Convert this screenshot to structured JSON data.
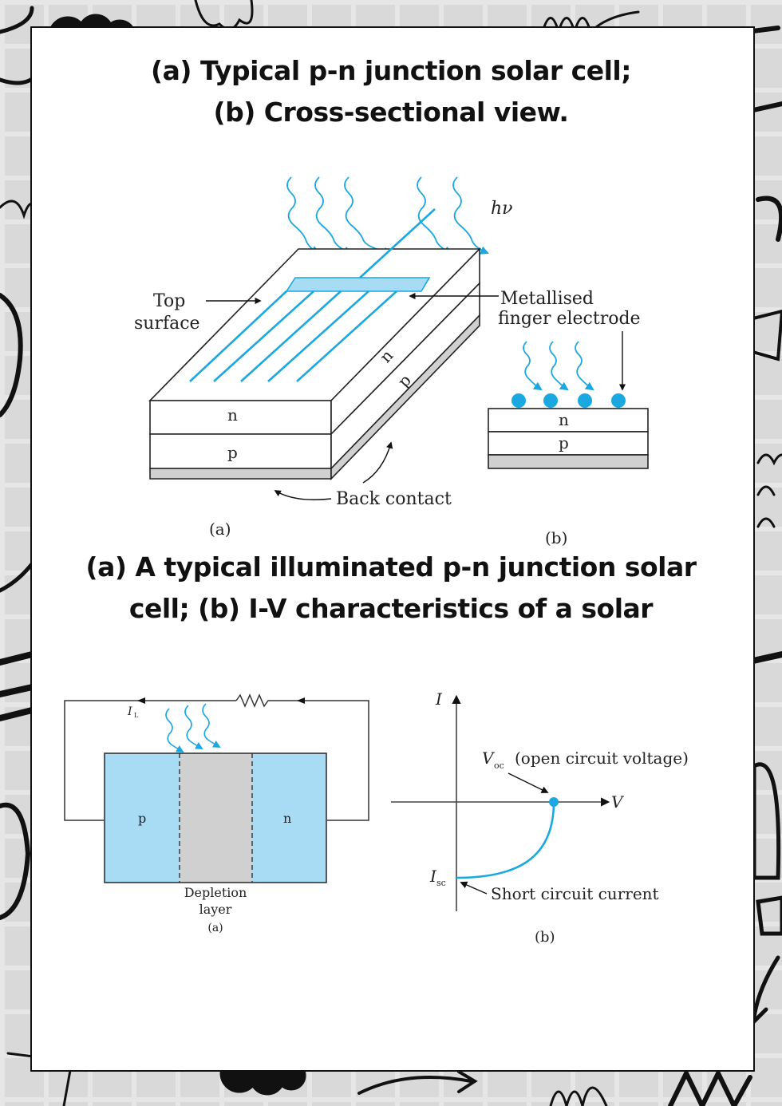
{
  "titles": {
    "section1": [
      "(a) Typical p-n junction solar cell;",
      "(b) Cross-sectional view."
    ],
    "section2": [
      "(a) A typical illuminated p-n junction solar",
      "cell; (b) I-V characteristics of a solar"
    ]
  },
  "fig1": {
    "hv": "hν",
    "top_surface": [
      "Top",
      "surface"
    ],
    "metallised": [
      "Metallised",
      "finger electrode"
    ],
    "n": "n",
    "p": "p",
    "back_contact": "Back contact",
    "caption_a": "(a)",
    "caption_b": "(b)"
  },
  "fig2": {
    "il": "I",
    "il_sub": "L",
    "p": "p",
    "n": "n",
    "depletion": [
      "Depletion",
      "layer"
    ],
    "caption_a": "(a)"
  },
  "chart_data": {
    "type": "line",
    "title": "I-V characteristics of a solar cell",
    "xlabel": "V",
    "ylabel": "I",
    "annotations": [
      "V_oc (open circuit voltage)",
      "I_sc",
      "Short circuit current"
    ],
    "series": [
      {
        "name": "I-V curve",
        "x": [
          0,
          0.3,
          0.6,
          0.85,
          1.0
        ],
        "y": [
          -1.0,
          -0.95,
          -0.78,
          -0.45,
          0
        ]
      }
    ],
    "caption": "(b)"
  },
  "colors": {
    "accent_blue": "#1ba8e0",
    "light_blue": "#a8dcf5",
    "gray": "#d0d0d0"
  }
}
